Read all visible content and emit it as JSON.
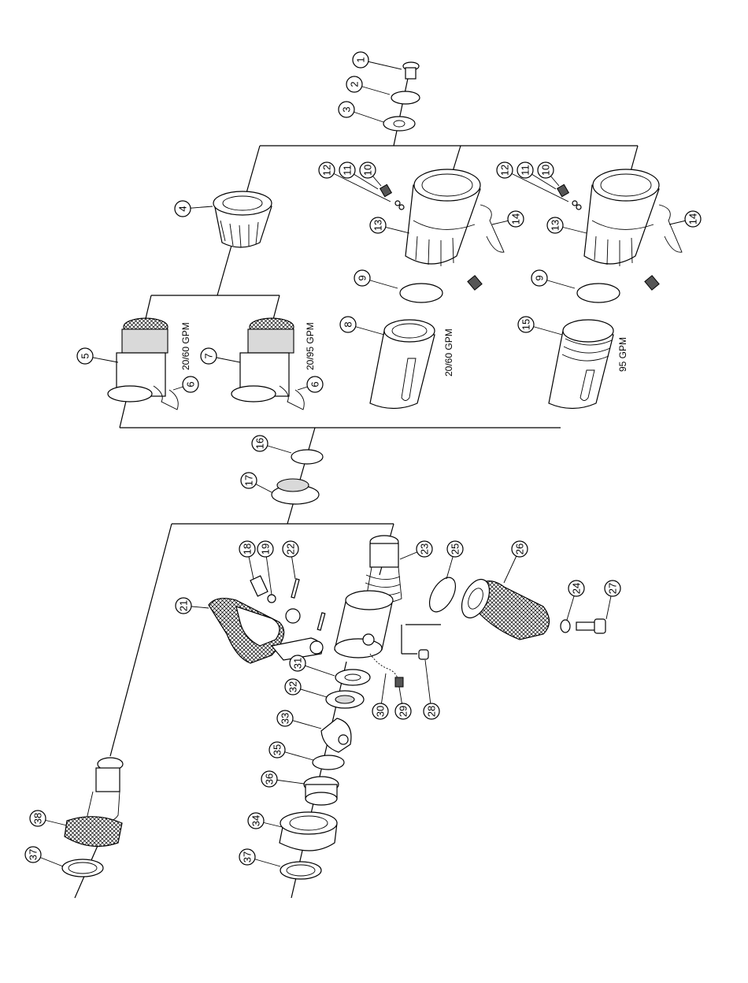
{
  "callouts": {
    "c1": "1",
    "c2": "2",
    "c3": "3",
    "c4": "4",
    "c5": "5",
    "c6a": "6",
    "c6b": "6",
    "c7": "7",
    "c8": "8",
    "c9a": "9",
    "c9b": "9",
    "c10a": "10",
    "c10b": "10",
    "c11a": "11",
    "c11b": "11",
    "c12a": "12",
    "c12b": "12",
    "c13a": "13",
    "c13b": "13",
    "c14a": "14",
    "c14b": "14",
    "c15": "15",
    "c16": "16",
    "c17": "17",
    "c18": "18",
    "c19": "19",
    "c21": "21",
    "c22": "22",
    "c23": "23",
    "c24": "24",
    "c25": "25",
    "c26": "26",
    "c27": "27",
    "c28": "28",
    "c29": "29",
    "c30": "30",
    "c31": "31",
    "c32": "32",
    "c33": "33",
    "c34": "34",
    "c35": "35",
    "c36": "36",
    "c37a": "37",
    "c37b": "37",
    "c38": "38"
  },
  "gpm_labels": {
    "part5": "20/60 GPM",
    "part7": "20/95 GPM",
    "part8": "20/60 GPM",
    "part15": "95 GPM"
  },
  "colors": {
    "line": "#000000",
    "background": "#ffffff",
    "shade": "#d9d9d9"
  }
}
